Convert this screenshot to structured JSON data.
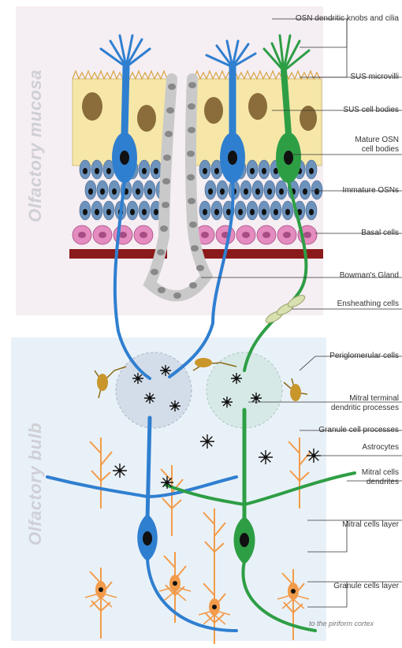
{
  "regions": {
    "mucosa": "Olfactory mucosa",
    "bulb": "Olfactory bulb"
  },
  "labels": {
    "osn_knobs": "OSN dendritic knobs and cilia",
    "sus_microvilli": "SUS microvilli",
    "sus_bodies": "SUS cell bodies",
    "mature_osn_1": "Mature OSN",
    "mature_osn_2": "cell bodies",
    "immature_osn": "Immature OSNs",
    "basal": "Basal cells",
    "bowman": "Bowman's Gland",
    "ensheathing": "Ensheathing cells",
    "periglomerular": "Periglomerular cells",
    "mitral_terminal_1": "Mitral terminal",
    "mitral_terminal_2": "dendritic processes",
    "granule_processes": "Granule cell processes",
    "astrocytes": "Astrocytes",
    "mitral_dendrites_1": "Mitral cells",
    "mitral_dendrites_2": "dendrites",
    "mitral_layer": "Mitral cells layer",
    "granule_layer": "Granule cells layer",
    "piriform": "to the piriform cortex"
  },
  "colors": {
    "mucosa_bg": "#f5eef3",
    "bulb_bg": "#e9f1f8",
    "osn_blue": "#2f7fd0",
    "osn_green": "#2e9e45",
    "sus_cell": "#f6e7a8",
    "sus_nucleus": "#8a6d3b",
    "immature": "#6d93bd",
    "basal": "#e48bbf",
    "basement": "#8b1a1a",
    "granule": "#f29b4a",
    "periglomerular": "#c9962b",
    "astrocyte": "#111111",
    "gland": "#c9c9c9"
  }
}
